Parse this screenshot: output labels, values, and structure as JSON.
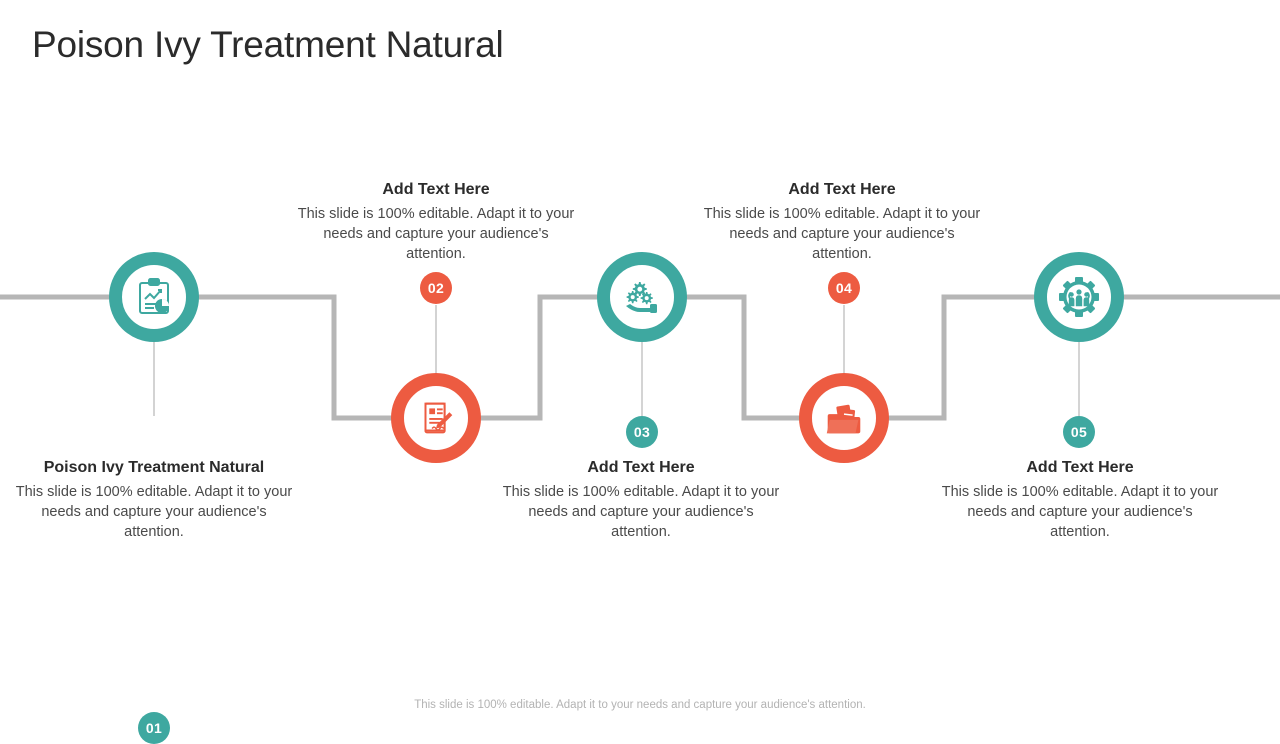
{
  "slide": {
    "title": "Poison Ivy Treatment Natural",
    "footer_note": "This slide is 100% editable. Adapt it to your needs and capture your audience's attention.",
    "theme": {
      "teal": "#3ea8a0",
      "coral": "#ed5b41",
      "connector_gray": "#b6b6b6",
      "title_color": "#2b2b2b",
      "body_color": "#4a4a4a",
      "footer_color": "#b3b3b3"
    }
  },
  "steps": [
    {
      "number": "01",
      "color": "teal",
      "icon": "clipboard-chart-icon",
      "heading": "Poison Ivy Treatment Natural",
      "body": "This slide is 100% editable. Adapt it to your needs and capture your audience's attention."
    },
    {
      "number": "02",
      "color": "coral",
      "icon": "document-pen-icon",
      "heading": "Add Text Here",
      "body": "This slide is 100% editable. Adapt it to your needs and capture your audience's attention."
    },
    {
      "number": "03",
      "color": "teal",
      "icon": "hand-gears-icon",
      "heading": "Add Text Here",
      "body": "This slide is 100% editable. Adapt it to your needs and capture your audience's attention."
    },
    {
      "number": "04",
      "color": "coral",
      "icon": "folder-files-icon",
      "heading": "Add Text Here",
      "body": "This slide is 100% editable. Adapt it to your needs and capture your audience's attention."
    },
    {
      "number": "05",
      "color": "teal",
      "icon": "gear-teamwork-icon",
      "heading": "Add Text Here",
      "body": "This slide is 100% editable. Adapt it to your needs and capture your audience's attention."
    }
  ]
}
